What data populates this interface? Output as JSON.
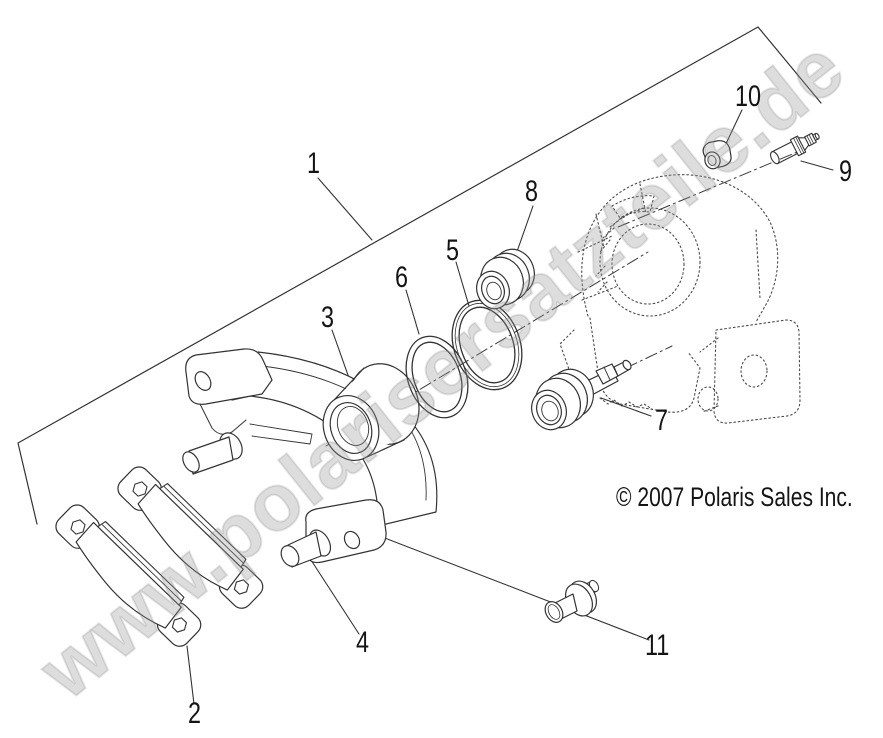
{
  "diagram": {
    "watermark": "www.polarisersatzteile.de",
    "copyright": "© 2007 Polaris Sales Inc.",
    "callouts": [
      {
        "label": "1"
      },
      {
        "label": "2"
      },
      {
        "label": "3"
      },
      {
        "label": "4"
      },
      {
        "label": "5"
      },
      {
        "label": "6"
      },
      {
        "label": "7"
      },
      {
        "label": "8"
      },
      {
        "label": "9"
      },
      {
        "label": "10"
      },
      {
        "label": "11"
      }
    ],
    "colors": {
      "line": "#333333",
      "hidden_line": "#4a4a4a",
      "background": "#ffffff",
      "watermark": "#949494"
    }
  }
}
